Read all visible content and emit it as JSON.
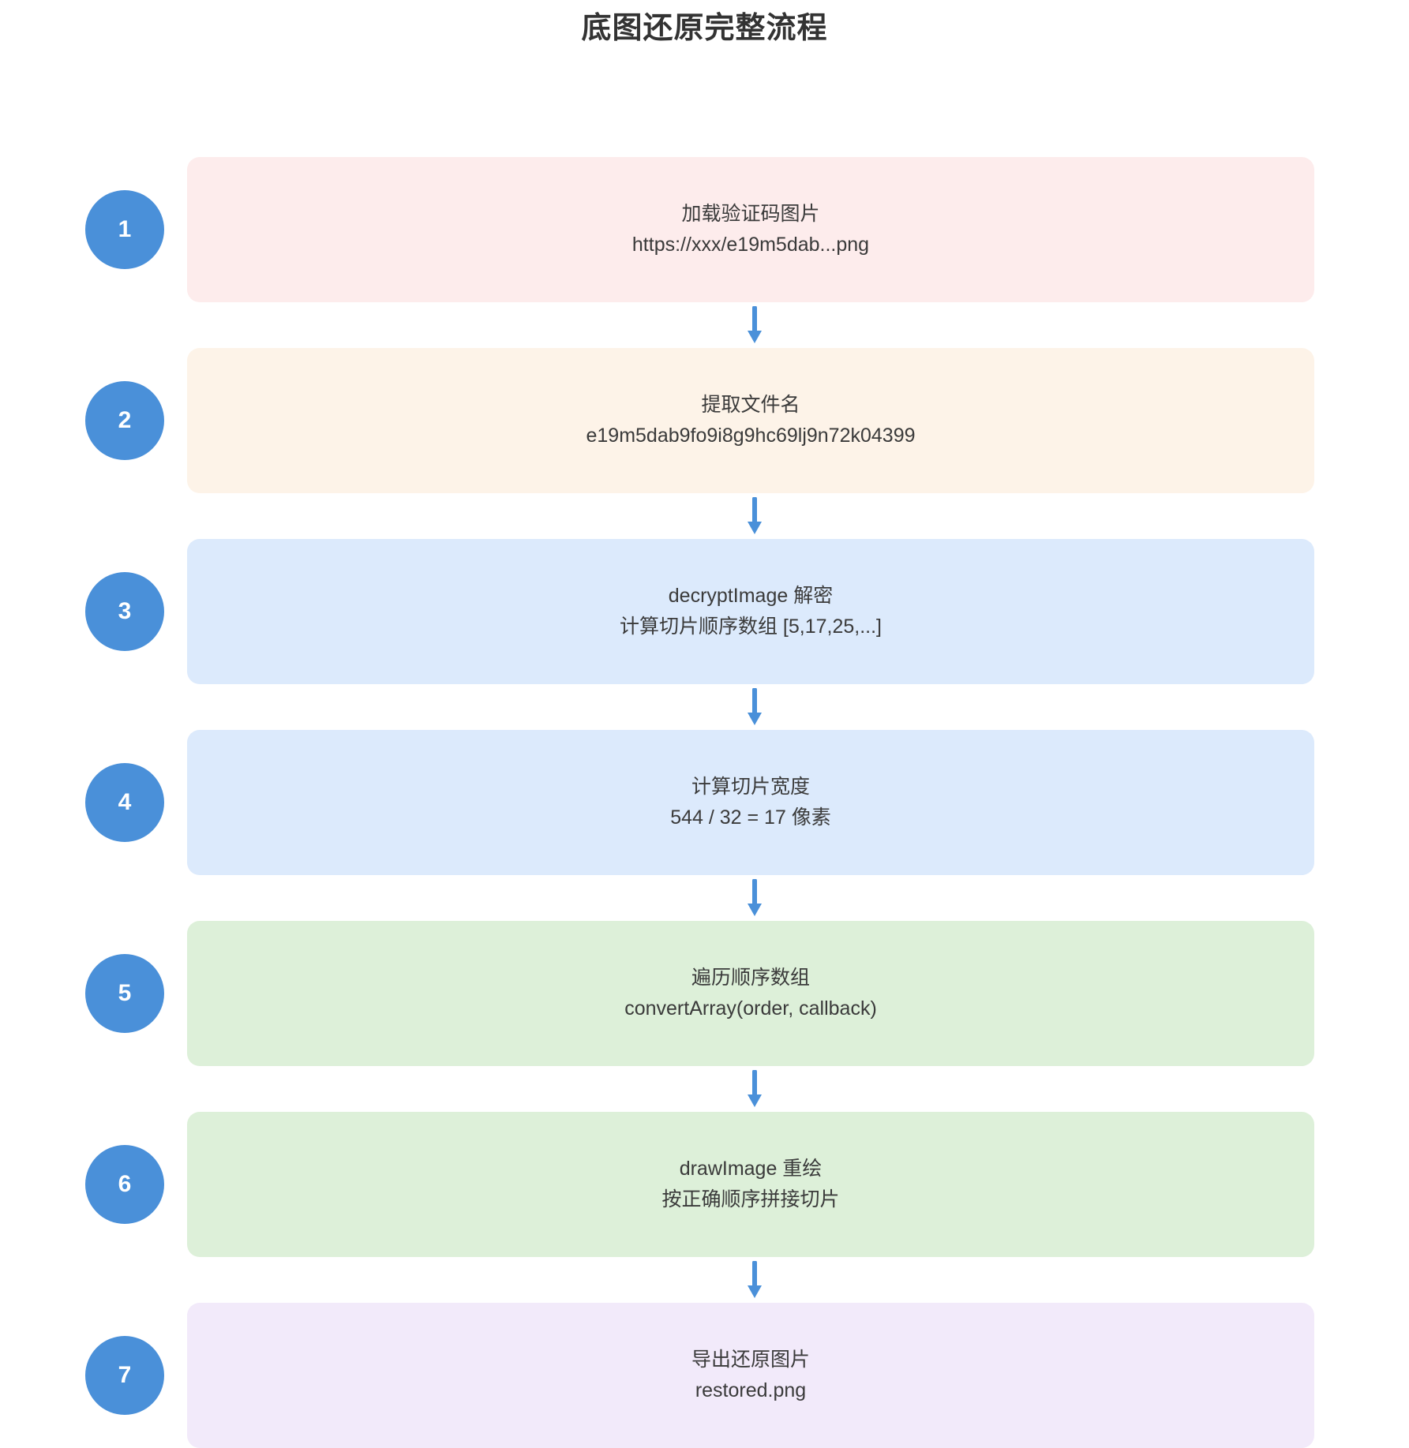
{
  "page": {
    "title": "底图还原完整流程",
    "accent_color": "#4a90d9",
    "arrow_color": "#4a90d9"
  },
  "flow": {
    "steps": [
      {
        "number": "1",
        "line1": "加载验证码图片",
        "line2": "https://xxx/e19m5dab...png",
        "color": "#fdecec"
      },
      {
        "number": "2",
        "line1": "提取文件名",
        "line2": "e19m5dab9fo9i8g9hc69lj9n72k04399",
        "color": "#fdf3e8"
      },
      {
        "number": "3",
        "line1": "decryptImage 解密",
        "line2": "计算切片顺序数组 [5,17,25,...]",
        "color": "#dceafc"
      },
      {
        "number": "4",
        "line1": "计算切片宽度",
        "line2": "544 / 32 = 17 像素",
        "color": "#dceafc"
      },
      {
        "number": "5",
        "line1": "遍历顺序数组",
        "line2": "convertArray(order, callback)",
        "color": "#ddf0d9"
      },
      {
        "number": "6",
        "line1": "drawImage 重绘",
        "line2": "按正确顺序拼接切片",
        "color": "#ddf0d9"
      },
      {
        "number": "7",
        "line1": "导出还原图片",
        "line2": "restored.png",
        "color": "#f2eafa"
      }
    ]
  }
}
